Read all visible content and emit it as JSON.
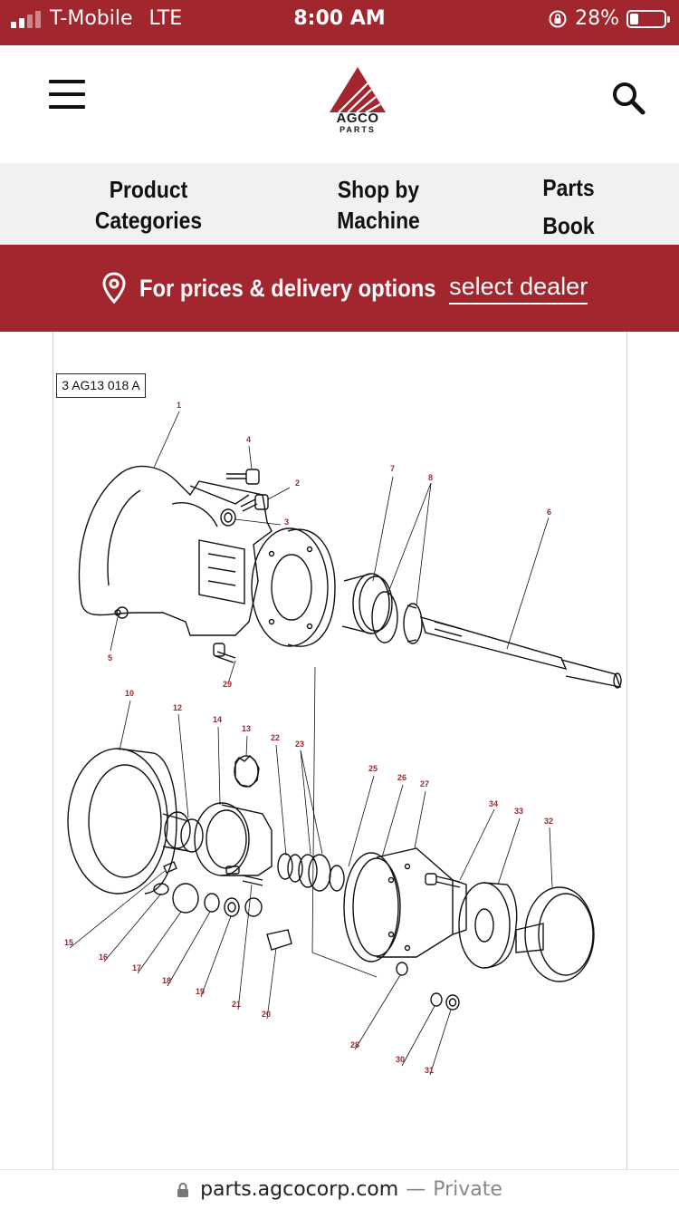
{
  "status_bar": {
    "carrier": "T-Mobile",
    "network": "LTE",
    "time": "8:00 AM",
    "battery_percent": "28%",
    "battery_level": 0.28
  },
  "header": {
    "logo_line1": "AGCO",
    "logo_line2": "PARTS",
    "logo_color": "#a1262d"
  },
  "nav": {
    "items": [
      {
        "line1": "Product",
        "line2": "Categories"
      },
      {
        "line1": "Shop by",
        "line2": "Machine"
      },
      {
        "line1": "Parts",
        "line2": "Book"
      }
    ]
  },
  "dealer_bar": {
    "text": "For prices & delivery options",
    "link": "select dealer"
  },
  "diagram": {
    "label": "3 AG13 018 A",
    "callouts": [
      "1",
      "2",
      "3",
      "4",
      "5",
      "6",
      "7",
      "8",
      "29",
      "10",
      "12",
      "14",
      "13",
      "22",
      "23",
      "25",
      "26",
      "27",
      "34",
      "33",
      "32",
      "15",
      "16",
      "17",
      "18",
      "19",
      "21",
      "20",
      "28",
      "30",
      "31"
    ]
  },
  "url_bar": {
    "domain": "parts.agcocorp.com",
    "separator": "—",
    "mode": "Private"
  },
  "colors": {
    "brand": "#a1262d",
    "nav_bg": "#f1f1f1"
  }
}
